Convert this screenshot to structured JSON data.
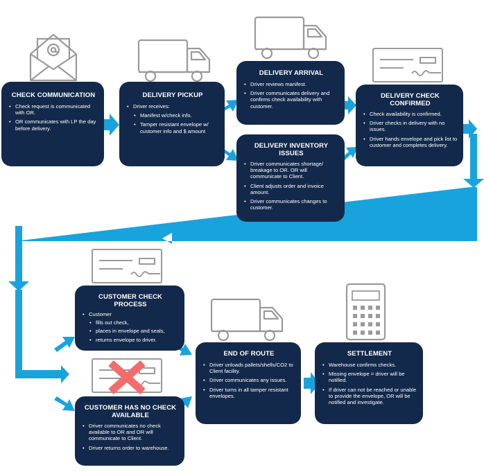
{
  "colors": {
    "box_fill": "#13294b",
    "arrow_fill": "#19a3dd",
    "icon_stroke": "#9a9a9a",
    "cross": "#f26c6c"
  },
  "icons": {
    "envelope": "envelope-icon",
    "truck": "truck-icon",
    "check": "check-icon",
    "calculator": "calculator-icon",
    "cross": "red-x-icon"
  },
  "steps": {
    "check_communication": {
      "title": "CHECK COMMUNICATION",
      "items": [
        "Check request is communicated with OR.",
        "OR communicates with LP the day before delivery."
      ]
    },
    "delivery_pickup": {
      "title": "DELIVERY PICKUP",
      "intro": "Driver receives:",
      "items": [
        "Manifest w/check info.",
        "Tamper resistant envelope w/ customer info and $ amount"
      ]
    },
    "delivery_arrival": {
      "title": "DELIVERY ARRIVAL",
      "items": [
        "Driver reviews manifest.",
        "Driver communicates delivery and confirms check availability with customer."
      ]
    },
    "delivery_inventory_issues": {
      "title_line1": "DELIVERY INVENTORY",
      "title_line2": "ISSUES",
      "items": [
        "Driver communicates shortage/ breakage to OR. OR will communicate to Client.",
        "Client adjusts order and invoice amount.",
        "Driver communicates changes to customer."
      ]
    },
    "delivery_check_confirmed": {
      "title_line1": "DELIVERY CHECK",
      "title_line2": "CONFIRMED",
      "items": [
        "Check availability is confirmed.",
        "Driver checks in delivery with no issues.",
        "Driver hands envelope and pick list to customer and completes delivery."
      ]
    },
    "customer_check_process": {
      "title": "CUSTOMER CHECK PROCESS",
      "intro": "Customer",
      "items": [
        "fills out check,",
        "places in envelope and seals,",
        "returns envelope to driver."
      ]
    },
    "customer_no_check": {
      "title_line1": "CUSTOMER HAS NO CHECK",
      "title_line2": "AVAILABLE",
      "items": [
        "Driver communicates no check available to OR and OR will communicate to Client.",
        "Driver returns order to warehouse."
      ]
    },
    "end_of_route": {
      "title": "END OF ROUTE",
      "items": [
        "Driver unloads pallets/shells/CO2 to Client facility.",
        "Driver communicates any issues.",
        "Driver turns in all tamper resistant envelopes."
      ]
    },
    "settlement": {
      "title": "SETTLEMENT",
      "items": [
        "Warehouse confirms checks.",
        "Missing envelope = driver will be notified.",
        "If driver can not be reached or unable to provide the envelope, OR will be notified and investigate."
      ]
    }
  }
}
